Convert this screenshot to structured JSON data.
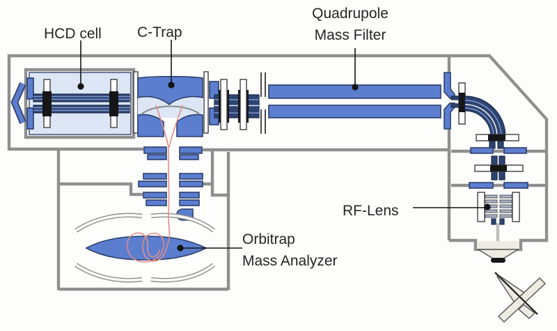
{
  "figure": {
    "description": "Schematic cross-section diagram of a hybrid quadrupole-Orbitrap mass spectrometer vacuum system",
    "labels": {
      "hcd_cell": "HCD cell",
      "c_trap": "C-Trap",
      "quadrupole_line1": "Quadrupole",
      "quadrupole_line2": "Mass Filter",
      "rf_lens": "RF-Lens",
      "orbitrap_line1": "Orbitrap",
      "orbitrap_line2": "Mass Analyzer"
    },
    "colors": {
      "background": "#fdfdfc",
      "component_blue": "#5b7ecf",
      "component_navy": "#2e4470",
      "navy_outline": "#2c3e6b",
      "cell_fill_light_blue": "#dce6f5",
      "wall_gray": "#8f8f8f",
      "ion_trajectory_red": "#e28d86",
      "label_text": "#242424"
    }
  }
}
